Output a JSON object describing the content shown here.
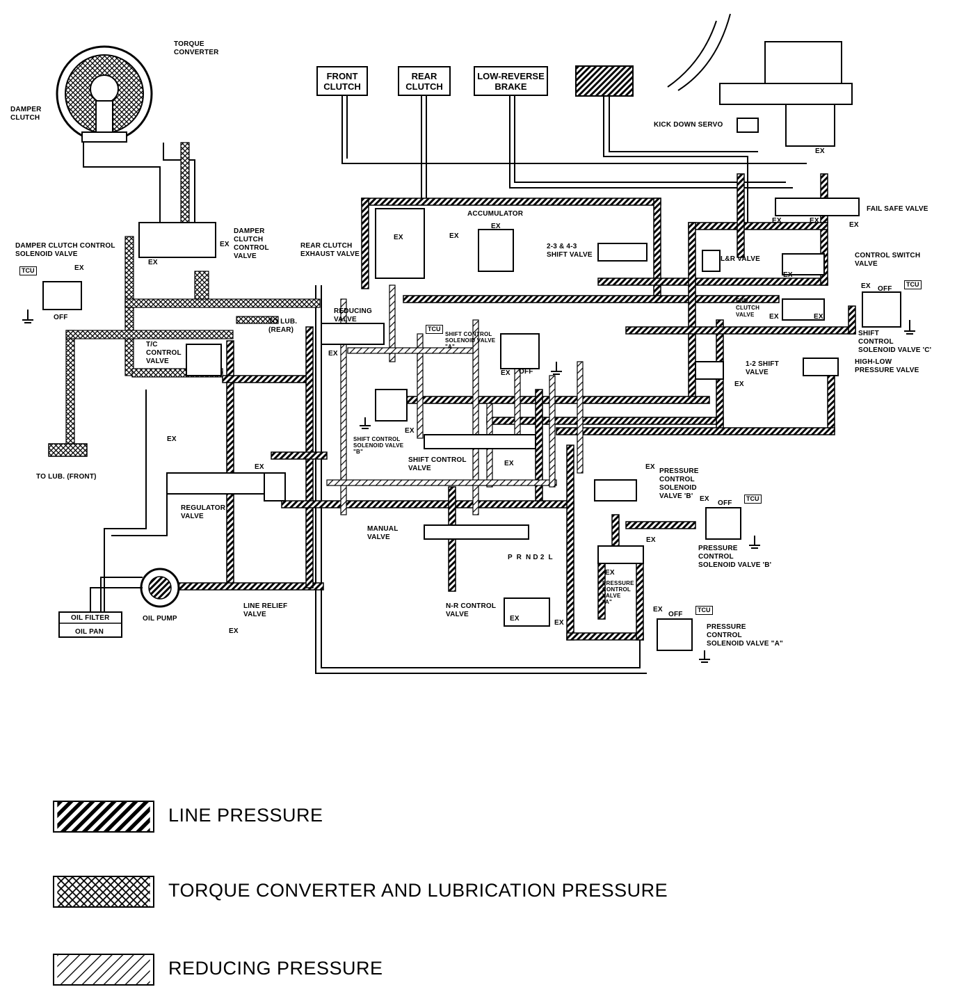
{
  "top_boxes": [
    "FRONT\nCLUTCH",
    "REAR\nCLUTCH",
    "LOW-REVERSE\nBRAKE",
    ""
  ],
  "labels": {
    "torque_converter": "TORQUE\nCONVERTER",
    "damper_clutch": "DAMPER\nCLUTCH",
    "damper_clutch_control_solenoid": "DAMPER CLUTCH CONTROL\nSOLENOID VALVE",
    "damper_clutch_control_valve": "DAMPER\nCLUTCH\nCONTROL\nVALVE",
    "tc_control_valve": "T/C\nCONTROL\nVALVE",
    "to_lub_rear": "TO LUB.\n(REAR)",
    "to_lub_front": "TO LUB. (FRONT)",
    "regulator_valve": "REGULATOR\nVALVE",
    "oil_filter": "OIL FILTER",
    "oil_pan": "OIL PAN",
    "oil_pump": "OIL PUMP",
    "line_relief_valve": "LINE RELIEF\nVALVE",
    "rear_clutch_exhaust_valve": "REAR CLUTCH\nEXHAUST VALVE",
    "accumulator": "ACCUMULATOR",
    "reducing_valve": "REDUCING\nVALVE",
    "shift_valve_23_43": "2-3 & 4-3\nSHIFT VALVE",
    "shift_control_solenoid_a": "SHIFT CONTROL\nSOLENOID VALVE\n\"A\"",
    "shift_control_solenoid_b": "SHIFT CONTROL\nSOLENOID VALVE\n\"B\"",
    "shift_control_valve": "SHIFT CONTROL\nVALVE",
    "manual_valve": "MANUAL\nVALVE",
    "prnd2l": "P  R  N D 2  L",
    "nr_control_valve": "N-R CONTROL\nVALVE",
    "pressure_control_valve_a": "PRESSURE\nCONTROL\nVALVE\n\"A\"",
    "pressure_control_solenoid_a": "PRESSURE\nCONTROL\nSOLENOID VALVE \"A\"",
    "pressure_control_solenoid_b_top": "PRESSURE\nCONTROL\nSOLENOID\nVALVE 'B'",
    "pressure_control_solenoid_b": "PRESSURE\nCONTROL\nSOLENOID VALVE 'B'",
    "kick_down_servo": "KICK DOWN SERVO",
    "fail_safe_valve": "FAIL SAFE VALVE",
    "lr_valve": "L&R VALVE",
    "control_switch_valve": "CONTROL SWITCH\nVALVE",
    "end_clutch_valve": "END\nCLUTCH\nVALVE",
    "shift_control_solenoid_c": "SHIFT\nCONTROL\nSOLENOID VALVE 'C'",
    "shift_valve_12": "1-2 SHIFT\nVALVE",
    "high_low_pressure_valve": "HIGH-LOW\nPRESSURE VALVE",
    "ex": "EX",
    "off": "OFF",
    "tcu": "TCU"
  },
  "legend": [
    {
      "pattern": "line",
      "text": "LINE PRESSURE"
    },
    {
      "pattern": "cross",
      "text": "TORQUE CONVERTER AND LUBRICATION PRESSURE"
    },
    {
      "pattern": "reducing",
      "text": "REDUCING PRESSURE"
    }
  ]
}
